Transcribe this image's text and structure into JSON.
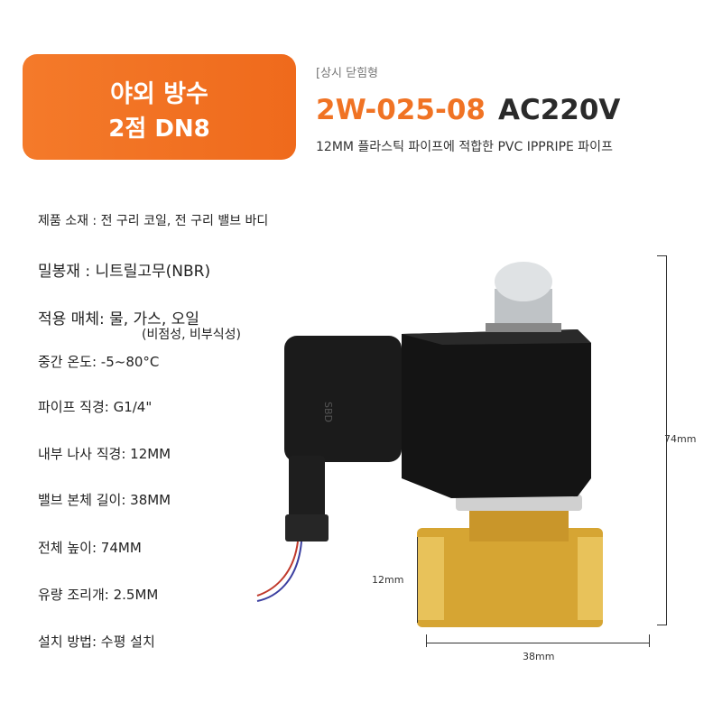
{
  "badge": {
    "line1": "야외 방수",
    "line2": "2점 DN8"
  },
  "header": {
    "tag": "[상시 닫힘형",
    "model": "2W-025-08",
    "voltage": "AC220V",
    "subtitle": "12MM 플라스틱 파이프에 적합한 PVC IPPRIPE 파이프"
  },
  "specs": [
    "제품 소재 : 전 구리 코일, 전 구리 밸브 바디",
    "밀봉재 : 니트릴고무(NBR)",
    "적용 매체: 물, 가스, 오일",
    "(비점성, 비부식성)",
    "중간 온도: -5~80°C",
    "파이프 직경: G1/4\"",
    "내부 나사 직경: 12MM",
    "밸브 본체 길이: 38MM",
    "전체 높이: 74MM",
    "유량 조리개: 2.5MM",
    "설치 방법: 수평 설치"
  ],
  "dimensions": {
    "height": "74mm",
    "port": "12mm",
    "length": "38mm"
  },
  "connector_label": "SBD",
  "colors": {
    "accent": "#f07324",
    "brass": "#d9a934"
  }
}
